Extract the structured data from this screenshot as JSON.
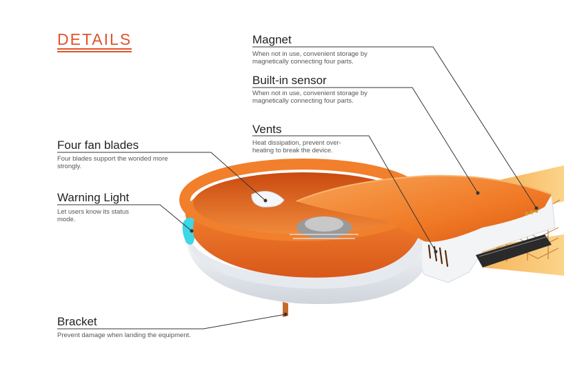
{
  "page": {
    "heading": "DETAILS"
  },
  "colors": {
    "accent": "#e0532b",
    "body_orange": "#f07a26",
    "body_orange_dark": "#d95a12",
    "shell_white": "#eef1f4",
    "warning_light": "#3fd6e6",
    "leader_line": "#333333"
  },
  "callouts": {
    "magnet": {
      "title": "Magnet",
      "desc_line1": "When not in use, convenient storage by",
      "desc_line2": "magnetically connecting four parts."
    },
    "sensor": {
      "title": "Built-in sensor",
      "desc_line1": "When not in use, convenient storage by",
      "desc_line2": "magnetically connecting four parts."
    },
    "vents": {
      "title": "Vents",
      "desc_line1": "Heat dissipation, prevent over-",
      "desc_line2": "heating to break the device."
    },
    "fan_blades": {
      "title": "Four fan blades",
      "desc_line1": "Four blades support the wonded more",
      "desc_line2": "strongly."
    },
    "warning_light": {
      "title": "Warning Light",
      "desc_line1": "Let users know its status",
      "desc_line2": "mode."
    },
    "bracket": {
      "title": "Bracket",
      "desc_line1": "Prevent damage when landing the equipment."
    }
  }
}
